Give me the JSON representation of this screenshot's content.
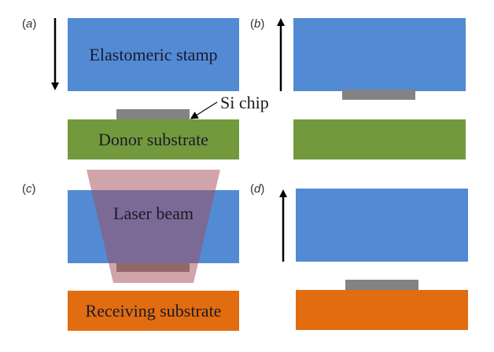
{
  "panels": {
    "a": {
      "label_prefix": "(",
      "label_letter": "a",
      "label_suffix": ")",
      "stamp_text": "Elastomeric stamp",
      "substrate_text": "Donor substrate",
      "chip_callout": "Si chip",
      "arrow_direction": "down"
    },
    "b": {
      "label_prefix": "(",
      "label_letter": "b",
      "label_suffix": ")",
      "arrow_direction": "up"
    },
    "c": {
      "label_prefix": "(",
      "label_letter": "c",
      "label_suffix": ")",
      "beam_text": "Laser beam",
      "substrate_text": "Receiving substrate"
    },
    "d": {
      "label_prefix": "(",
      "label_letter": "d",
      "label_suffix": ")",
      "arrow_direction": "up"
    }
  },
  "colors": {
    "stamp": "#528ad4",
    "donor_substrate": "#729a3c",
    "receiving_substrate": "#e16d10",
    "si_chip": "#838383",
    "laser_beam": "#b8666e"
  }
}
